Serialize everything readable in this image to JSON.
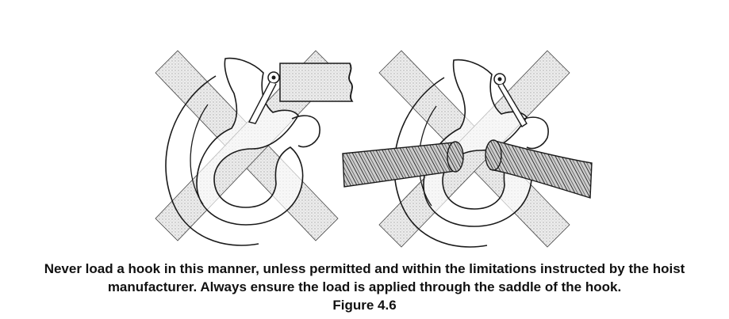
{
  "caption": {
    "line1": "Never load a hook in this manner, unless permitted and within the limitations instructed by the hoist",
    "line2": "manufacturer. Always ensure the load is applied through the saddle of the hook.",
    "figure_label": "Figure 4.6"
  },
  "illustrations": [
    {
      "name": "hook-tip-loaded-by-block",
      "marked_incorrect": true
    },
    {
      "name": "hook-side-loaded-by-wire-ropes",
      "marked_incorrect": true
    }
  ],
  "colors": {
    "stroke": "#1a1a1a",
    "cross_fill": "#e9e9e9",
    "background": "#ffffff"
  }
}
